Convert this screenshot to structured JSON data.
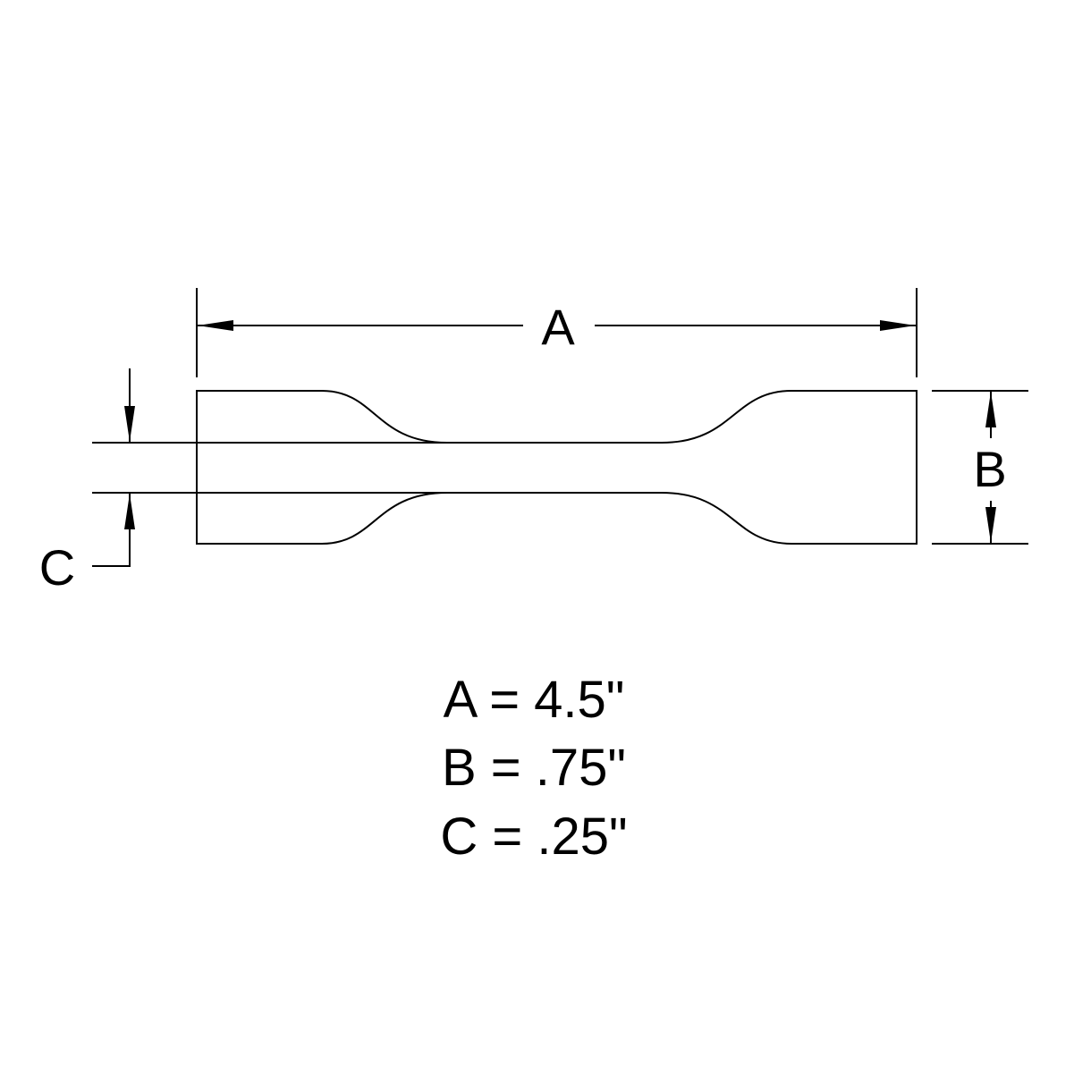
{
  "labels": {
    "a": "A",
    "b": "B",
    "c": "C"
  },
  "dimensions": [
    {
      "text": "A = 4.5\""
    },
    {
      "text": "B = .75\""
    },
    {
      "text": "C = .25\""
    }
  ],
  "colors": {
    "line": "#000000",
    "background": "#ffffff"
  }
}
